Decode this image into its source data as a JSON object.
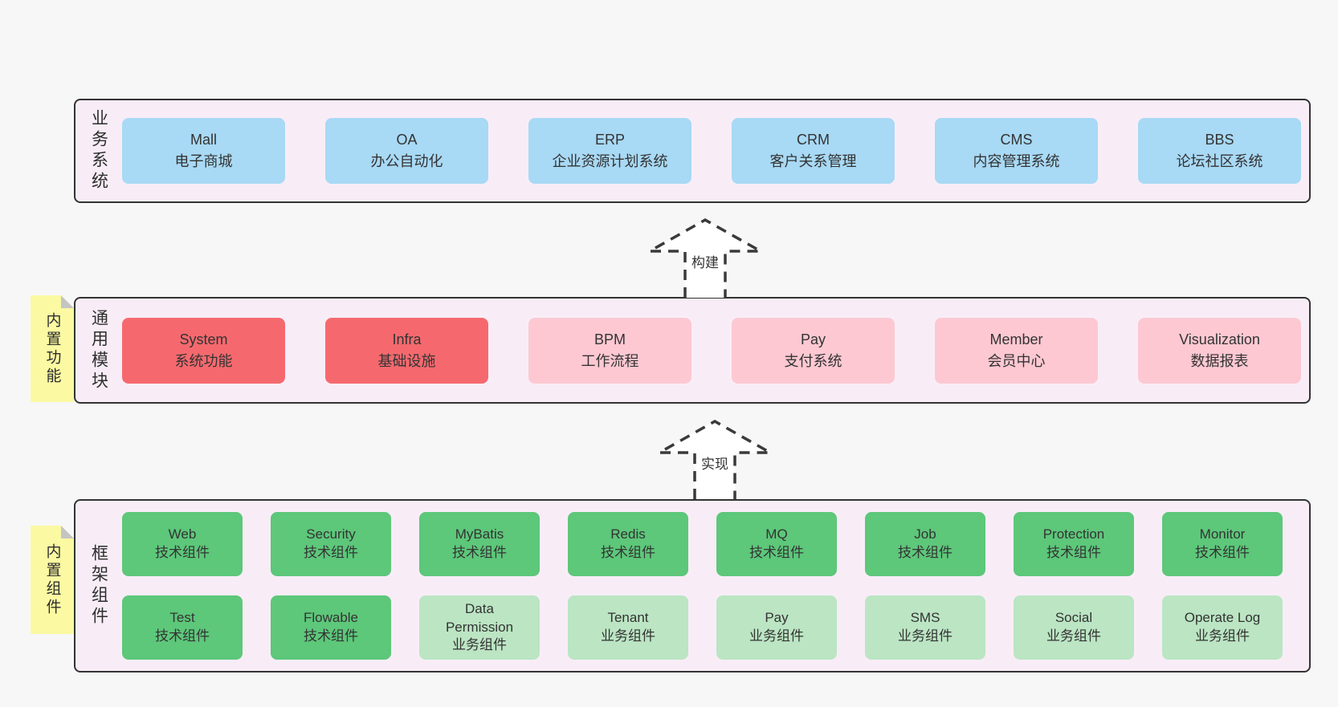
{
  "colors": {
    "page_bg": "#f7f7f7",
    "band_bg": "#f8edf7",
    "band_border": "#333333",
    "note_bg": "#fbf9a2",
    "note_fold": "#c4c4c4",
    "arrow_stroke": "#3a3a3a",
    "text": "#333333",
    "blue": "#a8d9f5",
    "red": "#f5696e",
    "pink": "#fdc8d2",
    "green": "#5dc77a",
    "lightgreen": "#bbe5c3"
  },
  "arrows": [
    {
      "label": "构建"
    },
    {
      "label": "实现"
    }
  ],
  "notes": [
    {
      "label": "内置功能"
    },
    {
      "label": "内置组件"
    }
  ],
  "bands": [
    {
      "label": "业务系统",
      "rows": [
        [
          {
            "en": "Mall",
            "zh": "电子商城",
            "variant": "blue"
          },
          {
            "en": "OA",
            "zh": "办公自动化",
            "variant": "blue"
          },
          {
            "en": "ERP",
            "zh": "企业资源计划系统",
            "variant": "blue"
          },
          {
            "en": "CRM",
            "zh": "客户关系管理",
            "variant": "blue"
          },
          {
            "en": "CMS",
            "zh": "内容管理系统",
            "variant": "blue"
          },
          {
            "en": "BBS",
            "zh": "论坛社区系统",
            "variant": "blue"
          }
        ]
      ]
    },
    {
      "label": "通用模块",
      "rows": [
        [
          {
            "en": "System",
            "zh": "系统功能",
            "variant": "red"
          },
          {
            "en": "Infra",
            "zh": "基础设施",
            "variant": "red"
          },
          {
            "en": "BPM",
            "zh": "工作流程",
            "variant": "pink"
          },
          {
            "en": "Pay",
            "zh": "支付系统",
            "variant": "pink"
          },
          {
            "en": "Member",
            "zh": "会员中心",
            "variant": "pink"
          },
          {
            "en": "Visualization",
            "zh": "数据报表",
            "variant": "pink"
          }
        ]
      ]
    },
    {
      "label": "框架组件",
      "rows": [
        [
          {
            "en": "Web",
            "zh": "技术组件",
            "variant": "green"
          },
          {
            "en": "Security",
            "zh": "技术组件",
            "variant": "green"
          },
          {
            "en": "MyBatis",
            "zh": "技术组件",
            "variant": "green"
          },
          {
            "en": "Redis",
            "zh": "技术组件",
            "variant": "green"
          },
          {
            "en": "MQ",
            "zh": "技术组件",
            "variant": "green"
          },
          {
            "en": "Job",
            "zh": "技术组件",
            "variant": "green"
          },
          {
            "en": "Protection",
            "zh": "技术组件",
            "variant": "green"
          },
          {
            "en": "Monitor",
            "zh": "技术组件",
            "variant": "green"
          }
        ],
        [
          {
            "en": "Test",
            "zh": "技术组件",
            "variant": "green"
          },
          {
            "en": "Flowable",
            "zh": "技术组件",
            "variant": "green"
          },
          {
            "en": "Data Permission",
            "zh": "业务组件",
            "variant": "lightgreen"
          },
          {
            "en": "Tenant",
            "zh": "业务组件",
            "variant": "lightgreen"
          },
          {
            "en": "Pay",
            "zh": "业务组件",
            "variant": "lightgreen"
          },
          {
            "en": "SMS",
            "zh": "业务组件",
            "variant": "lightgreen"
          },
          {
            "en": "Social",
            "zh": "业务组件",
            "variant": "lightgreen"
          },
          {
            "en": "Operate Log",
            "zh": "业务组件",
            "variant": "lightgreen"
          }
        ]
      ]
    }
  ]
}
